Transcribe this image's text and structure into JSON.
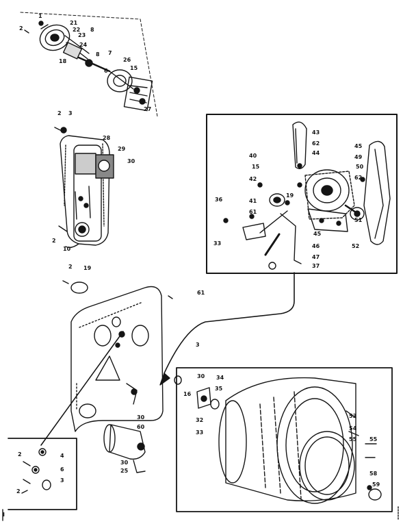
{
  "labels": {
    "top_cluster": [
      "1",
      "2",
      "21",
      "22",
      "23",
      "8",
      "24",
      "6",
      "7",
      "26",
      "15",
      "18",
      "27"
    ],
    "belt_assembly": [
      "2",
      "3",
      "28",
      "29",
      "30",
      "2",
      "10"
    ],
    "inset_motor": [
      "43",
      "62",
      "44",
      "45",
      "49",
      "40",
      "15",
      "42",
      "50",
      "62",
      "36",
      "41",
      "61",
      "19",
      "51",
      "33",
      "45",
      "52",
      "46",
      "47",
      "37"
    ],
    "bulkhead": [
      "2",
      "19",
      "61",
      "3",
      "30",
      "60",
      "30",
      "25"
    ],
    "drum": [
      "30",
      "34",
      "16",
      "35",
      "32",
      "33",
      "53",
      "54",
      "55",
      "55",
      "58",
      "59"
    ],
    "detail_box": [
      "2",
      "4",
      "6",
      "3",
      "2"
    ],
    "page_marks": [
      "I"
    ]
  }
}
